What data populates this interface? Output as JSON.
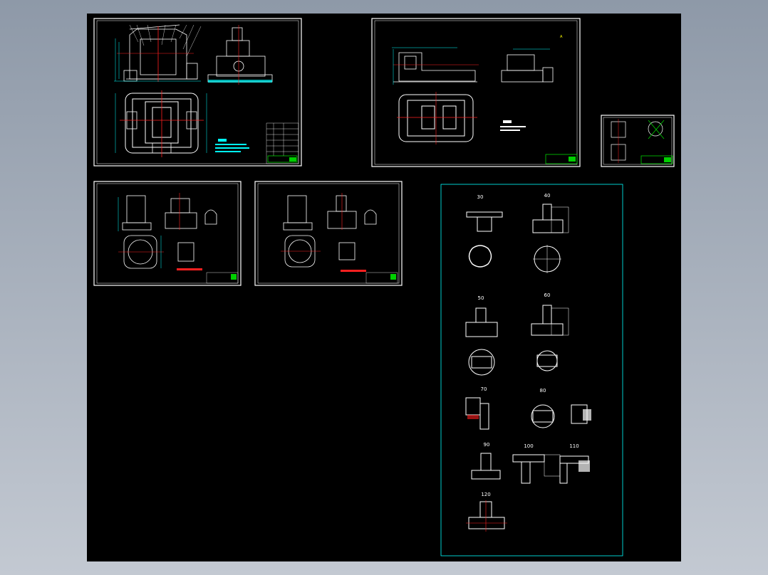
{
  "viewport": {
    "background_top": "#8e99a8",
    "background_bottom": "#c3c9d2",
    "canvas_color": "#000000"
  },
  "colors": {
    "white": "#ffffff",
    "cyan": "#00ffff",
    "red": "#ff2020",
    "green": "#00d000",
    "magenta": "#ff40ff"
  },
  "section_panel": {
    "labels": [
      "30",
      "40",
      "50",
      "60",
      "70",
      "80",
      "90",
      "100",
      "110",
      "120"
    ]
  }
}
